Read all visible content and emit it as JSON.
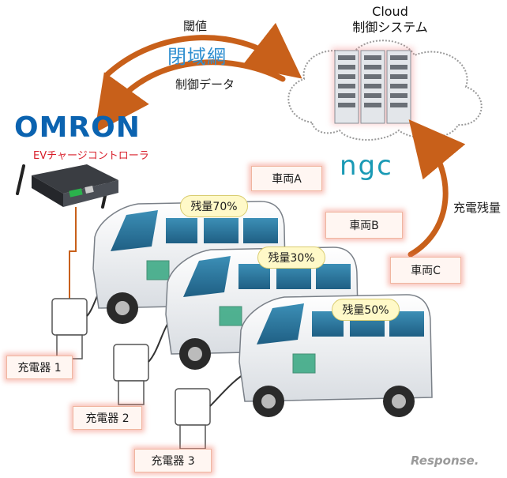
{
  "cloud": {
    "title_line1": "Cloud",
    "title_line2": "制御システム"
  },
  "arrows": {
    "threshold": "閾値",
    "closed_network": "閉域網",
    "control_data": "制御データ",
    "charge_remaining": "充電残量"
  },
  "brand": {
    "name": "OMRON",
    "product": "EVチャージコントローラ",
    "partner": "ngc",
    "watermark": "Response."
  },
  "vehicles": [
    {
      "label": "車両A",
      "battery": "残量70%"
    },
    {
      "label": "車両B",
      "battery": "残量30%"
    },
    {
      "label": "車両C",
      "battery": "残量50%"
    }
  ],
  "chargers": [
    {
      "label": "充電器 1"
    },
    {
      "label": "充電器 2"
    },
    {
      "label": "充電器 3"
    }
  ],
  "colors": {
    "arrow": "#c8601a",
    "omron_blue": "#0b63b0",
    "accent_red": "#d81e2a",
    "network_blue": "#2f8fd0",
    "ngc_teal": "#1a9ab5",
    "glow": "#f07864"
  }
}
